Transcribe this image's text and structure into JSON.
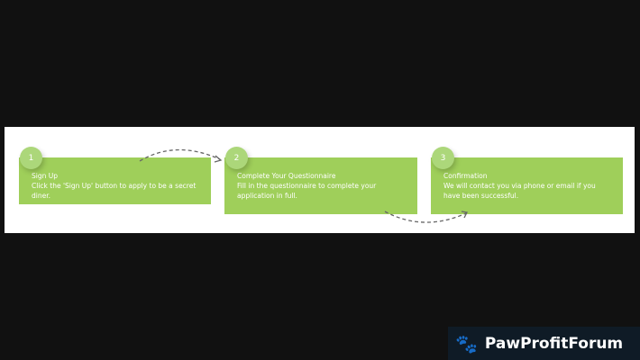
{
  "steps": [
    {
      "number": "1",
      "title": "Sign Up",
      "text": "Click the 'Sign Up' button to apply to be a secret diner."
    },
    {
      "number": "2",
      "title": "Complete Your Questionnaire",
      "text": "Fill in the questionnaire to complete your application in full."
    },
    {
      "number": "3",
      "title": "Confirmation",
      "text": "We will contact you via phone or email if you have been successful."
    }
  ],
  "watermark": {
    "label": "PawProfitForum",
    "icon": "paw-icon"
  },
  "colors": {
    "accent": "#9fcf5a",
    "circle": "#acd77a"
  }
}
